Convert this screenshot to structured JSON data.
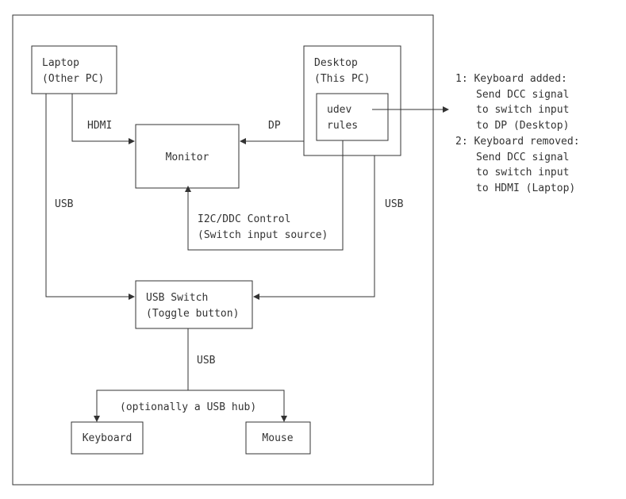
{
  "nodes": {
    "laptop": {
      "lines": [
        "Laptop",
        "(Other PC)"
      ]
    },
    "desktop": {
      "lines": [
        "Desktop",
        "(This PC)"
      ]
    },
    "udev": {
      "lines": [
        "udev",
        "rules"
      ]
    },
    "monitor": {
      "label": "Monitor"
    },
    "usb_switch": {
      "lines": [
        "USB Switch",
        "(Toggle button)"
      ]
    },
    "keyboard": {
      "label": "Keyboard"
    },
    "mouse": {
      "label": "Mouse"
    }
  },
  "edges": {
    "hdmi": "HDMI",
    "dp": "DP",
    "usb_left": "USB",
    "usb_right": "USB",
    "usb_down": "USB",
    "ddc": [
      "I2C/DDC Control",
      "(Switch input source)"
    ],
    "hub": "(optionally a USB hub)"
  },
  "notes": {
    "note1": [
      "1: Keyboard added:",
      "Send DCC signal",
      "to switch input",
      "to DP (Desktop)"
    ],
    "note2": [
      "2: Keyboard removed:",
      "Send DCC signal",
      "to switch input",
      "to HDMI (Laptop)"
    ]
  }
}
